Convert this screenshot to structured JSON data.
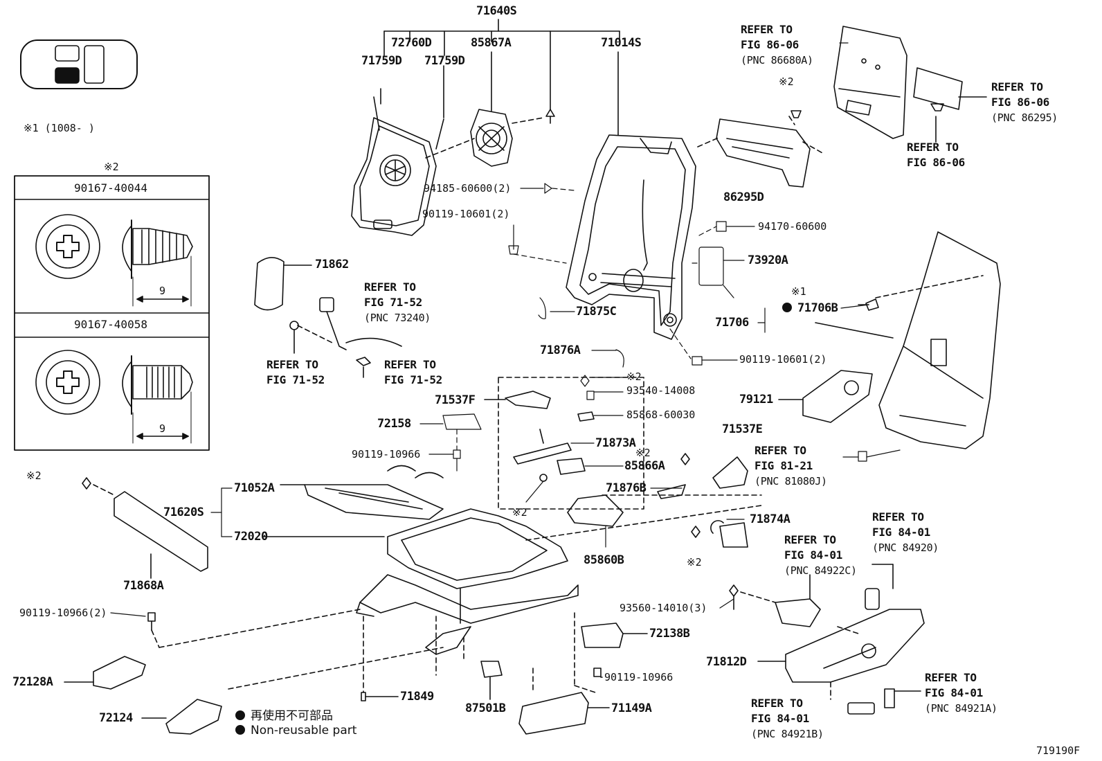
{
  "labels": {
    "p71640S": "71640S",
    "p72760D": "72760D",
    "p85867A": "85867A",
    "p71014S": "71014S",
    "p71759D_1": "71759D",
    "p71759D_2": "71759D",
    "p94185": "94185-60600(2)",
    "p90119_10601a": "90119-10601(2)",
    "p94170": "94170-60600",
    "p73920A": "73920A",
    "p86295D": "86295D",
    "p71862": "71862",
    "p71875C": "71875C",
    "p71706B": "71706B",
    "p71706": "71706",
    "p71876A": "71876A",
    "p90119_10601b": "90119-10601(2)",
    "p93540": "93540-14008",
    "p71537F": "71537F",
    "p79121": "79121",
    "p72158": "72158",
    "p85868": "85868-60030",
    "p71537E": "71537E",
    "p71873A": "71873A",
    "p90119_10966a": "90119-10966",
    "p85866A": "85866A",
    "p71876B": "71876B",
    "p71052A": "71052A",
    "p71620S": "71620S",
    "p72020": "72020",
    "p71874A": "71874A",
    "p85860B": "85860B",
    "p71868A": "71868A",
    "p90119_10966b": "90119-10966(2)",
    "p93560": "93560-14010(3)",
    "p72138B": "72138B",
    "p71812D": "71812D",
    "p72128A": "72128A",
    "p90119_10966c": "90119-10966",
    "p71849": "71849",
    "p72124": "72124",
    "p87501B": "87501B",
    "p71149A": "71149A",
    "fig_code": "719190F"
  },
  "refs": {
    "r1": {
      "line1": "REFER TO",
      "line2": "FIG 86-06",
      "line3": "(PNC 86680A)"
    },
    "r2": {
      "line1": "REFER TO",
      "line2": "FIG 86-06",
      "line3": "(PNC 86295)"
    },
    "r3": {
      "line1": "REFER TO",
      "line2": "FIG 86-06"
    },
    "r4": {
      "line1": "REFER TO",
      "line2": "FIG 71-52",
      "line3": "(PNC 73240)"
    },
    "r5": {
      "line1": "REFER TO",
      "line2": "FIG 71-52"
    },
    "r6": {
      "line1": "REFER TO",
      "line2": "FIG 71-52"
    },
    "r7": {
      "line1": "REFER TO",
      "line2": "FIG 81-21",
      "line3": "(PNC 81080J)"
    },
    "r8": {
      "line1": "REFER TO",
      "line2": "FIG 84-01",
      "line3": "(PNC 84920)"
    },
    "r9": {
      "line1": "REFER TO",
      "line2": "FIG 84-01",
      "line3": "(PNC 84922C)"
    },
    "r10": {
      "line1": "REFER TO",
      "line2": "FIG 84-01",
      "line3": "(PNC 84921A)"
    },
    "r11": {
      "line1": "REFER TO",
      "line2": "FIG 84-01",
      "line3": "(PNC 84921B)"
    }
  },
  "marks": {
    "note1": "※1 (1008-    )",
    "m1": "※1",
    "m2": "※2"
  },
  "box": {
    "header": "※2",
    "part1": "90167-40044",
    "part2": "90167-40058",
    "dim": "9"
  },
  "legend": {
    "jp": "再使用不可部品",
    "en": "Non-reusable part"
  },
  "colors": {
    "ink": "#111111",
    "paper": "#ffffff"
  }
}
